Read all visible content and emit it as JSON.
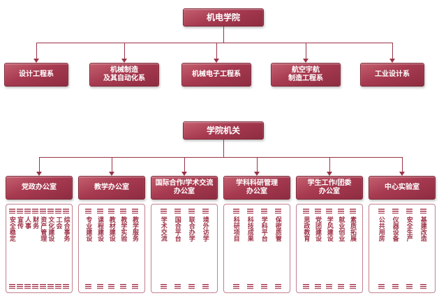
{
  "chart": {
    "type": "org-chart",
    "root_label": "机电学院",
    "section2_label": "学院机关"
  },
  "departments": [
    "设计工程系",
    "机械制造\n及其自动化系",
    "机械电子工程系",
    "航空宇航\n制造工程系",
    "工业设计系"
  ],
  "offices": [
    {
      "label": "党政办公室",
      "items": [
        "安全稳定",
        "宣传",
        "人事",
        "财务",
        "资产管理",
        "文化建设",
        "工会",
        "综合事务"
      ]
    },
    {
      "label": "教学办公室",
      "items": [
        "专业建设",
        "课程建设",
        "教材建设",
        "教学实验",
        "教学服务"
      ]
    },
    {
      "label": "国际合作/学术交流\n办公室",
      "items": [
        "学术交流",
        "国合平台",
        "联合办学",
        "境外访学"
      ]
    },
    {
      "label": "学科科研管理\n办公室",
      "items": [
        "科研项目",
        "科技成果",
        "学科平台",
        "保密质管"
      ]
    },
    {
      "label": "学生工作/团委\n办公室",
      "items": [
        "思政教育",
        "党团建设",
        "学风建设",
        "就业创业",
        "素质拓展"
      ]
    },
    {
      "label": "中心实验室",
      "items": [
        "公共用房",
        "仪器设备",
        "安全生产",
        "基建改造"
      ]
    }
  ],
  "colors": {
    "box": "#a73a50",
    "box_border": "#7e2838",
    "connector": "#993347",
    "item_text": "#9e3347"
  }
}
